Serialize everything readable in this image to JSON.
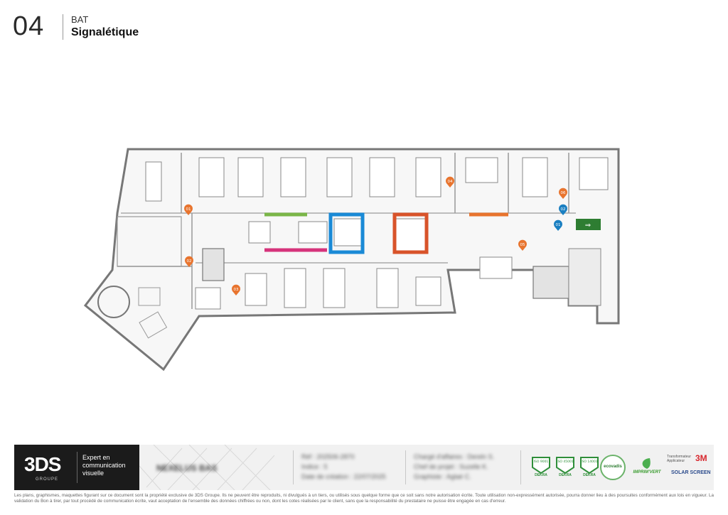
{
  "header": {
    "page_number": "04",
    "subtitle": "BAT",
    "title": "Signalétique"
  },
  "plan": {
    "markers": [
      {
        "id": "01",
        "color": "#e8742e"
      },
      {
        "id": "02",
        "color": "#e8742e"
      },
      {
        "id": "03",
        "color": "#e8742e"
      },
      {
        "id": "04",
        "color": "#e8742e"
      },
      {
        "id": "05",
        "color": "#e8742e"
      },
      {
        "id": "06",
        "color": "#e8742e"
      },
      {
        "id": "01",
        "color": "#1a7fc1"
      },
      {
        "id": "02",
        "color": "#1a7fc1"
      }
    ],
    "highlight_colors": {
      "green": "#7ab648",
      "magenta": "#d6337b",
      "blue": "#1a8ad6",
      "red": "#d8532a",
      "orange": "#e8742e"
    },
    "exit_sign_icon": "emergency-exit-icon"
  },
  "footer": {
    "logo": "3DS",
    "logo_sub": "GROUPE",
    "tagline_1": "Expert en",
    "tagline_2": "communication",
    "tagline_3": "visuelle",
    "client_name": "NEXELUS BAS",
    "ref_label": "Réf :",
    "ref_value": "202506-2870",
    "index_label": "Indice :",
    "index_value": "5",
    "date_label": "Date de création :",
    "date_value": "22/07/2025",
    "charge_label": "Chargé d'affaires :",
    "charge_value": "Dereln S.",
    "chef_label": "Chef de projet :",
    "chef_value": "Suzelle K.",
    "graph_label": "Graphiste :",
    "graph_value": "Aglaé C.",
    "certs": [
      "ISO 9001",
      "ISO 45001",
      "ISO 14001"
    ],
    "cert_brand": "DEKRA",
    "ecovadis": "ecovadis",
    "imprim_vert": "IMPRIM'VERT",
    "transformateur": "Transformateur Applicateur",
    "brand_3m": "3M",
    "solar": "SOLAR SCREEN",
    "legal": "Les plans, graphismes, maquettes figurant sur ce document sont la propriété exclusive de 3DS Groupe. Ils ne peuvent être reproduits, ni divulgués à un tiers, ou utilisés sous quelque forme que ce soit sans notre autorisation écrite. Toute utilisation non-expressément autorisée, pourra donner lieu à des poursuites conformément aux lois en vigueur. La validation du Bon à tirer, par tout procédé de communication écrite, vaut acceptation de l'ensemble des données chiffrées ou non, dont les cotes réalisées par le client, sans que la responsabilité du prestataire ne puisse être engagée en cas d'erreur."
  }
}
